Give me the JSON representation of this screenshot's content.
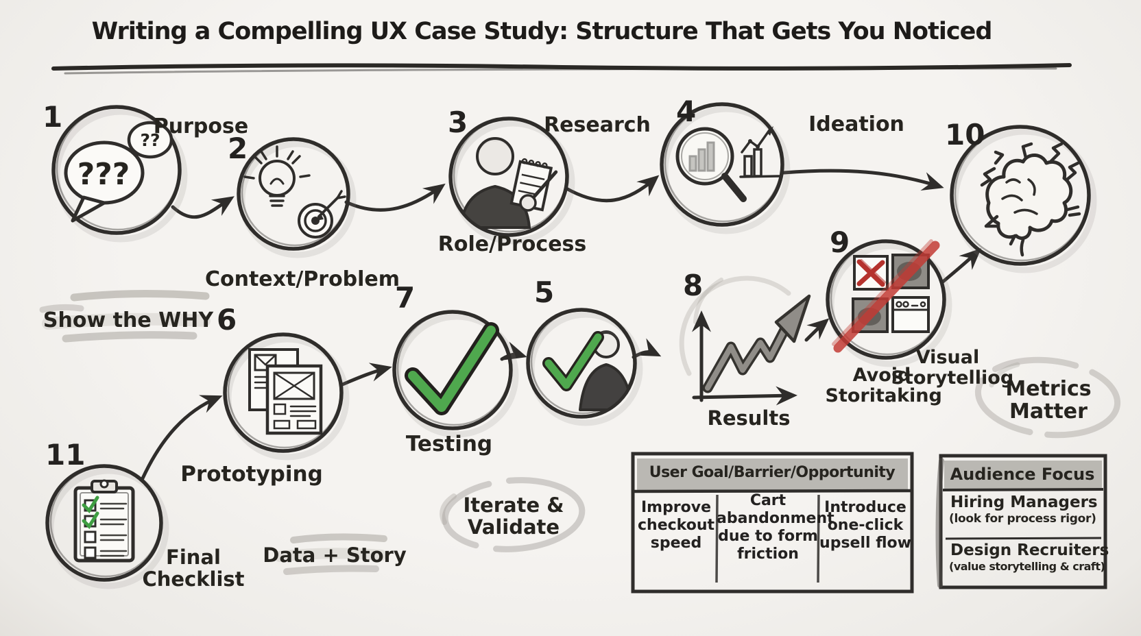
{
  "title": "Writing a Compelling UX Case Study: Structure That Gets You Noticed",
  "steps": {
    "s1": {
      "number": "1",
      "label": "Purpose",
      "icon": "question-speech-bubbles",
      "bubble_large": "???",
      "bubble_small": "??"
    },
    "s2": {
      "number": "2",
      "label": "Context/Problem",
      "icon": "lightbulb-and-target"
    },
    "s3": {
      "number": "3",
      "label_top": "Research",
      "label": "Role/Process",
      "icon": "person-with-notepad"
    },
    "s4": {
      "number": "4",
      "label": "Ideation",
      "icon": "magnifier-over-bar-chart"
    },
    "s5": {
      "number": "5",
      "icon": "green-check-and-person"
    },
    "s6": {
      "number": "6",
      "label": "Prototyping",
      "icon": "wireframe-pages"
    },
    "s7": {
      "number": "7",
      "label": "Testing",
      "icon": "green-checkmark"
    },
    "s8": {
      "number": "8",
      "label": "Results",
      "icon": "growth-arrow-chart"
    },
    "s9": {
      "number": "9",
      "label_left": "Avoid Storitaking",
      "label_right": "Visual Storytelliog",
      "icon": "crossed-out-visuals"
    },
    "s10": {
      "number": "10",
      "icon": "brain-with-sparks"
    },
    "s11": {
      "number": "11",
      "label": "Final Checklist",
      "icon": "clipboard-checklist"
    }
  },
  "annotations": {
    "show_why": "Show the WHY",
    "iterate_validate": "Iterate & Validate",
    "data_story": "Data + Story",
    "metrics_matter": "Metrics Matter"
  },
  "goal_table": {
    "header": "User Goal/Barrier/Opportunity",
    "cells": [
      "Improve checkout speed",
      "Cart abandonment due to form friction",
      "Introduce one-click upsell flow"
    ]
  },
  "audience_box": {
    "header": "Audience Focus",
    "rows": [
      {
        "name": "Hiring Managers",
        "detail": "(look for process rigor)"
      },
      {
        "name": "Design Recruiters",
        "detail": "(value storytelling & craft)"
      }
    ]
  },
  "colors": {
    "ink": "#2f2d2b",
    "green": "#4fa84e",
    "red": "#c23b35",
    "paper": "#f2f0ed",
    "header_gray": "#b4b1ac"
  }
}
